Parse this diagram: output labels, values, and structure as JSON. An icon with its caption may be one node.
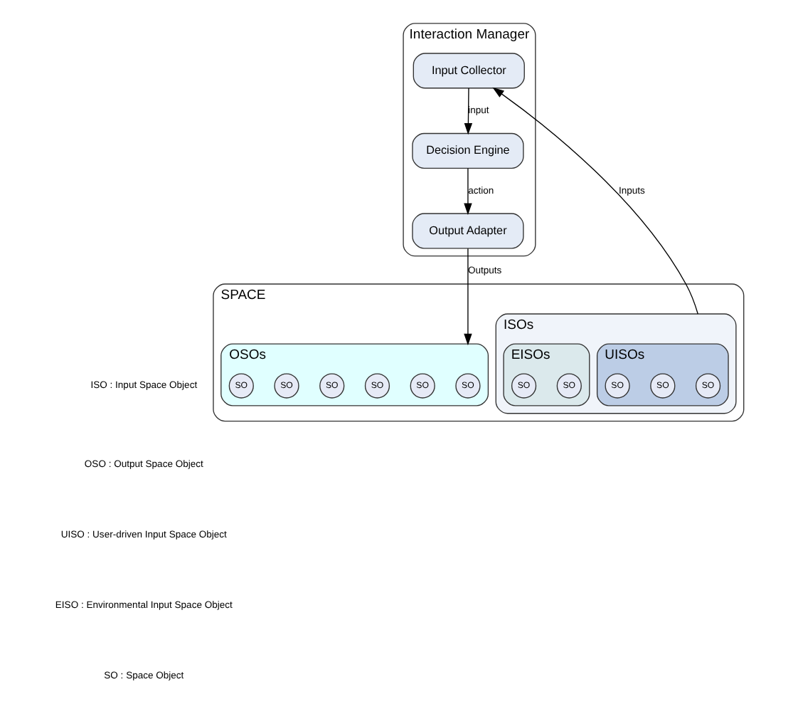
{
  "diagram": {
    "nodes": [
      {
        "text": [
          "SPACE"
        ]
      },
      {
        "text": [
          "ISOs"
        ],
        "in": 0
      },
      {
        "text": [
          "UISOs"
        ],
        "in": 1
      },
      {
        "text": [
          "SO"
        ],
        "in": 2
      },
      {
        "text": [
          "SO"
        ],
        "in": 2
      },
      {
        "text": [
          "SO"
        ],
        "in": 2
      },
      {
        "text": [
          "EISOs"
        ],
        "in": 1
      },
      {
        "text": [
          "SO"
        ],
        "in": 6
      },
      {
        "text": [
          "SO"
        ],
        "in": 6
      },
      {
        "text": [
          "OSOs"
        ],
        "in": 0
      },
      {
        "text": [
          "SO"
        ],
        "in": 9
      },
      {
        "text": [
          "SO"
        ],
        "in": 9
      },
      {
        "text": [
          "SO"
        ],
        "in": 9
      },
      {
        "text": [
          "SO"
        ],
        "in": 9
      },
      {
        "text": [
          "SO"
        ],
        "in": 9
      },
      {
        "text": [
          "SO"
        ],
        "in": 9
      },
      {
        "text": [
          "Interaction Manager"
        ]
      },
      {
        "text": [
          "Input Collector"
        ],
        "in": 16
      },
      {
        "text": [
          "Decision Engine"
        ],
        "in": 16
      },
      {
        "text": [
          "Output Adapter"
        ],
        "in": 16
      }
    ],
    "edges": [
      {
        "from": 1,
        "to": 17,
        "arrow": "to",
        "label": "Inputs"
      },
      {
        "from": 17,
        "to": 18,
        "arrow": "to",
        "label": "input"
      },
      {
        "from": 18,
        "to": 19,
        "arrow": "to",
        "label": "action"
      },
      {
        "from": 19,
        "to": 9,
        "arrow": "to",
        "label": "Outputs"
      }
    ],
    "labels": [
      "ISO : Input Space Object",
      "OSO : Output Space Object",
      "UISO : User-driven Input Space Object",
      "EISO : Environmental Input Space Object",
      "SO : Space Object"
    ]
  }
}
